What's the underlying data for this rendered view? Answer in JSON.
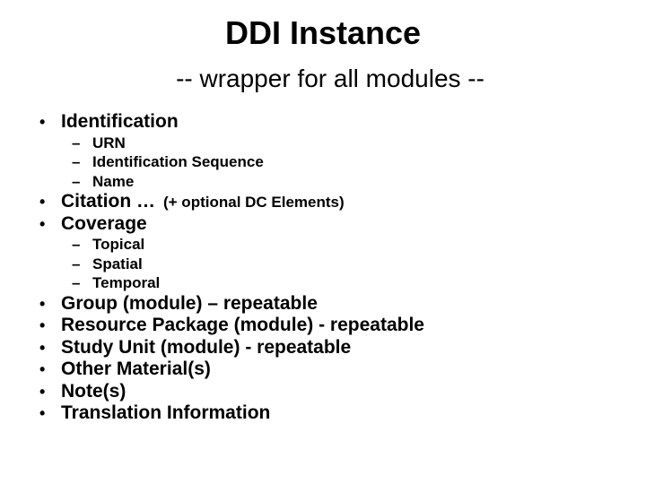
{
  "slide": {
    "title": "DDI Instance",
    "subtitle": "-- wrapper for all modules --",
    "bullet_glyphs": {
      "level1": "•",
      "level2": "–"
    },
    "bullets": [
      {
        "level": 1,
        "text": "Identification"
      },
      {
        "level": 2,
        "text": "URN"
      },
      {
        "level": 2,
        "text": "Identification Sequence"
      },
      {
        "level": 2,
        "text": "Name"
      },
      {
        "level": 1,
        "text": "Citation …",
        "suffix": "(+ optional DC Elements)"
      },
      {
        "level": 1,
        "text": "Coverage"
      },
      {
        "level": 2,
        "text": "Topical"
      },
      {
        "level": 2,
        "text": "Spatial"
      },
      {
        "level": 2,
        "text": "Temporal"
      },
      {
        "level": 1,
        "text": "Group (module) – repeatable"
      },
      {
        "level": 1,
        "text": "Resource Package (module) - repeatable"
      },
      {
        "level": 1,
        "text": "Study Unit (module) - repeatable"
      },
      {
        "level": 1,
        "text": "Other Material(s)"
      },
      {
        "level": 1,
        "text": "Note(s)"
      },
      {
        "level": 1,
        "text": "Translation Information"
      }
    ],
    "colors": {
      "background": "#ffffff",
      "text": "#000000"
    }
  }
}
